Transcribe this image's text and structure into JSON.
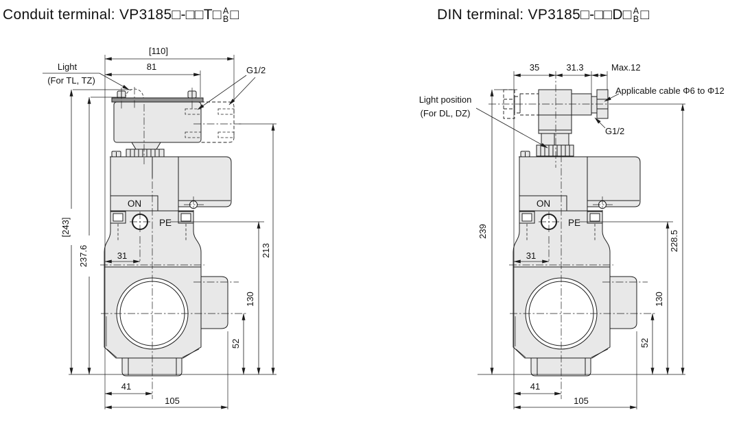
{
  "left": {
    "title_prefix": "Conduit terminal: VP3185□-□□T□",
    "title_stack_top": "A",
    "title_stack_bottom": "B",
    "title_suffix": "□",
    "light_label_1": "Light",
    "light_label_2": "(For TL, TZ)",
    "thread_label": "G1/2",
    "on_label": "ON",
    "pe_label": "PE",
    "dim_overall_width": "[110]",
    "dim_cover_width": "81",
    "dim_overall_height": "[243]",
    "dim_height_cover": "237.6",
    "dim_height_conduit": "213",
    "dim_height_pe": "130",
    "dim_height_port": "52",
    "dim_pe_offset": "31",
    "dim_outlet_offset": "41",
    "dim_body_width": "105"
  },
  "right": {
    "title_prefix": "DIN terminal: VP3185□-□□D□",
    "title_stack_top": "A",
    "title_stack_bottom": "B",
    "title_suffix": "□",
    "light_label_1": "Light position",
    "light_label_2": "(For DL, DZ)",
    "cable_label": "Applicable cable Φ6 to Φ12",
    "thread_label": "G1/2",
    "on_label": "ON",
    "pe_label": "PE",
    "dim_connector_left": "35",
    "dim_connector_right": "31.3",
    "dim_gland_max": "Max.12",
    "dim_overall_height": "239",
    "dim_height_cable": "228.5",
    "dim_height_pe": "130",
    "dim_height_port": "52",
    "dim_pe_offset": "31",
    "dim_outlet_offset": "41",
    "dim_body_width": "105"
  }
}
